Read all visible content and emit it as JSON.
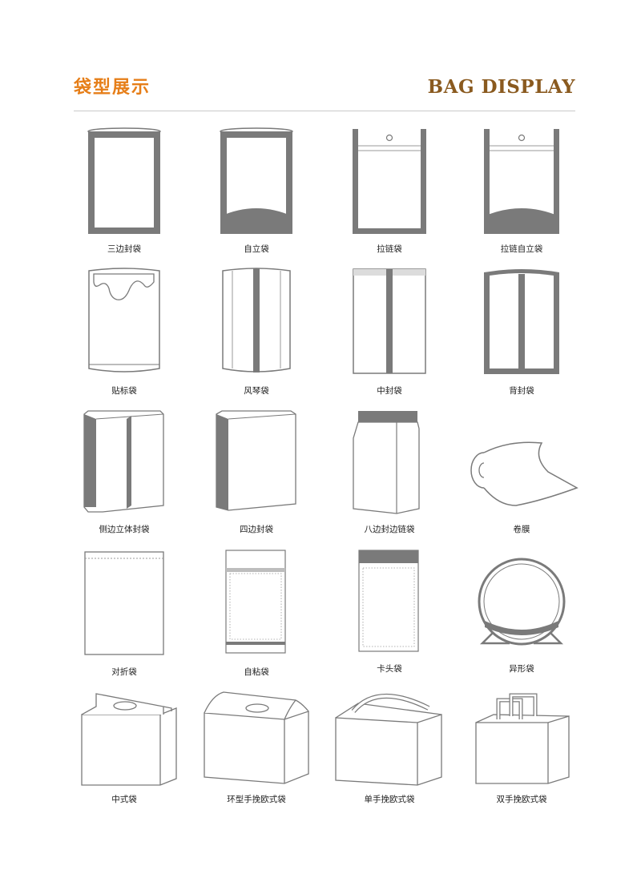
{
  "header": {
    "title_cn": "袋型展示",
    "title_en": "BAG DISPLAY"
  },
  "colors": {
    "accent_orange": "#e67e18",
    "title_brown": "#8a5a1f",
    "bag_gray": "#7a7a7a"
  },
  "bags": [
    {
      "label": "三边封袋"
    },
    {
      "label": "自立袋"
    },
    {
      "label": "拉链袋"
    },
    {
      "label": "拉链自立袋"
    },
    {
      "label": "贴标袋"
    },
    {
      "label": "风琴袋"
    },
    {
      "label": "中封袋"
    },
    {
      "label": "背封袋"
    },
    {
      "label": "侧边立体封袋"
    },
    {
      "label": "四边封袋"
    },
    {
      "label": "八边封边链袋"
    },
    {
      "label": "卷膜"
    },
    {
      "label": "对折袋"
    },
    {
      "label": "自粘袋"
    },
    {
      "label": "卡头袋"
    },
    {
      "label": "异形袋"
    },
    {
      "label": "中式袋"
    },
    {
      "label": "环型手挽欧式袋"
    },
    {
      "label": "单手挽欧式袋"
    },
    {
      "label": "双手挽欧式袋"
    }
  ]
}
